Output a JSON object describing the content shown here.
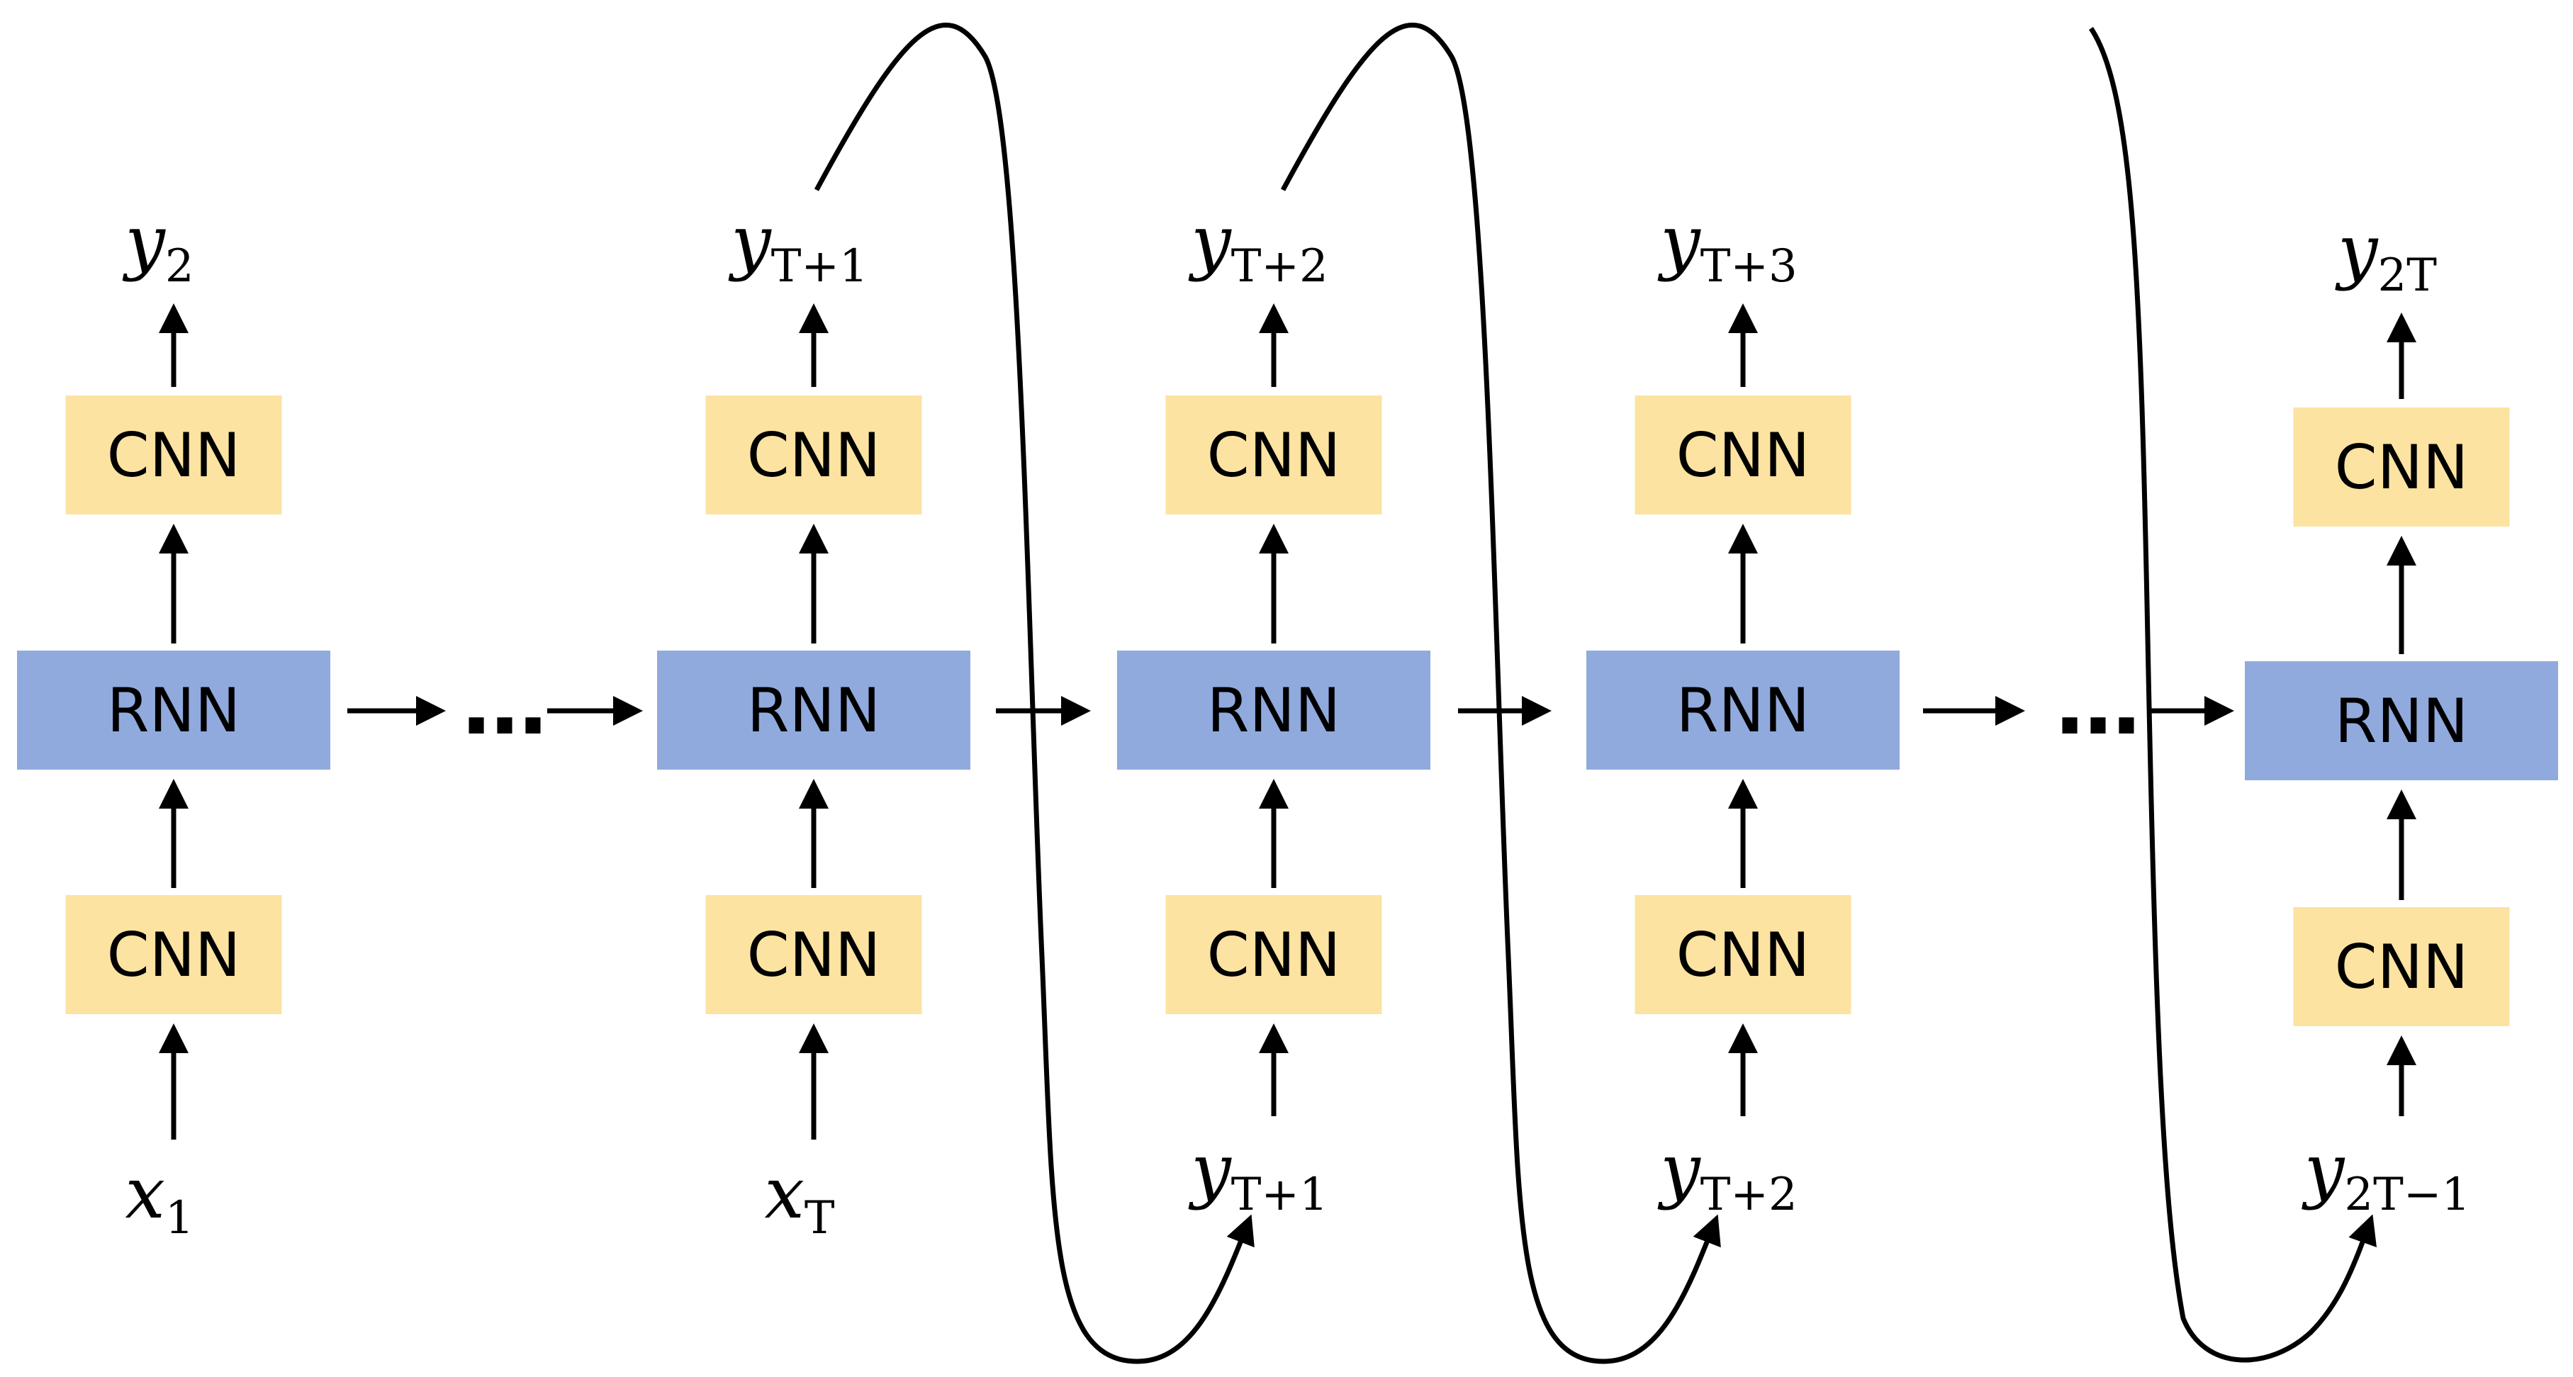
{
  "colors": {
    "rnn_fill": "#91AADE",
    "cnn_fill": "#FCE3A1",
    "line": "#000000",
    "background": "#FFFFFF"
  },
  "labels": {
    "rnn": "RNN",
    "cnn": "CNN",
    "ellipsis": "…"
  },
  "columns": [
    {
      "output": {
        "base": "y",
        "sub": "2",
        "sub_italic": false
      },
      "input": {
        "base": "x",
        "sub": "1",
        "sub_italic": false
      }
    },
    {
      "output": {
        "base": "y",
        "sub": "T+1",
        "sub_italic": true
      },
      "input": {
        "base": "x",
        "sub": "T",
        "sub_italic": true
      }
    },
    {
      "output": {
        "base": "y",
        "sub": "T+2",
        "sub_italic": false
      },
      "input": {
        "base": "y",
        "sub": "T+1",
        "sub_italic": true
      }
    },
    {
      "output": {
        "base": "y",
        "sub": "T+3",
        "sub_italic": false
      },
      "input": {
        "base": "y",
        "sub": "T+2",
        "sub_italic": true
      }
    },
    {
      "output": {
        "base": "y",
        "sub": "2T",
        "sub_italic": true
      },
      "input": {
        "base": "y",
        "sub": "2T−1",
        "sub_italic": true
      }
    }
  ]
}
